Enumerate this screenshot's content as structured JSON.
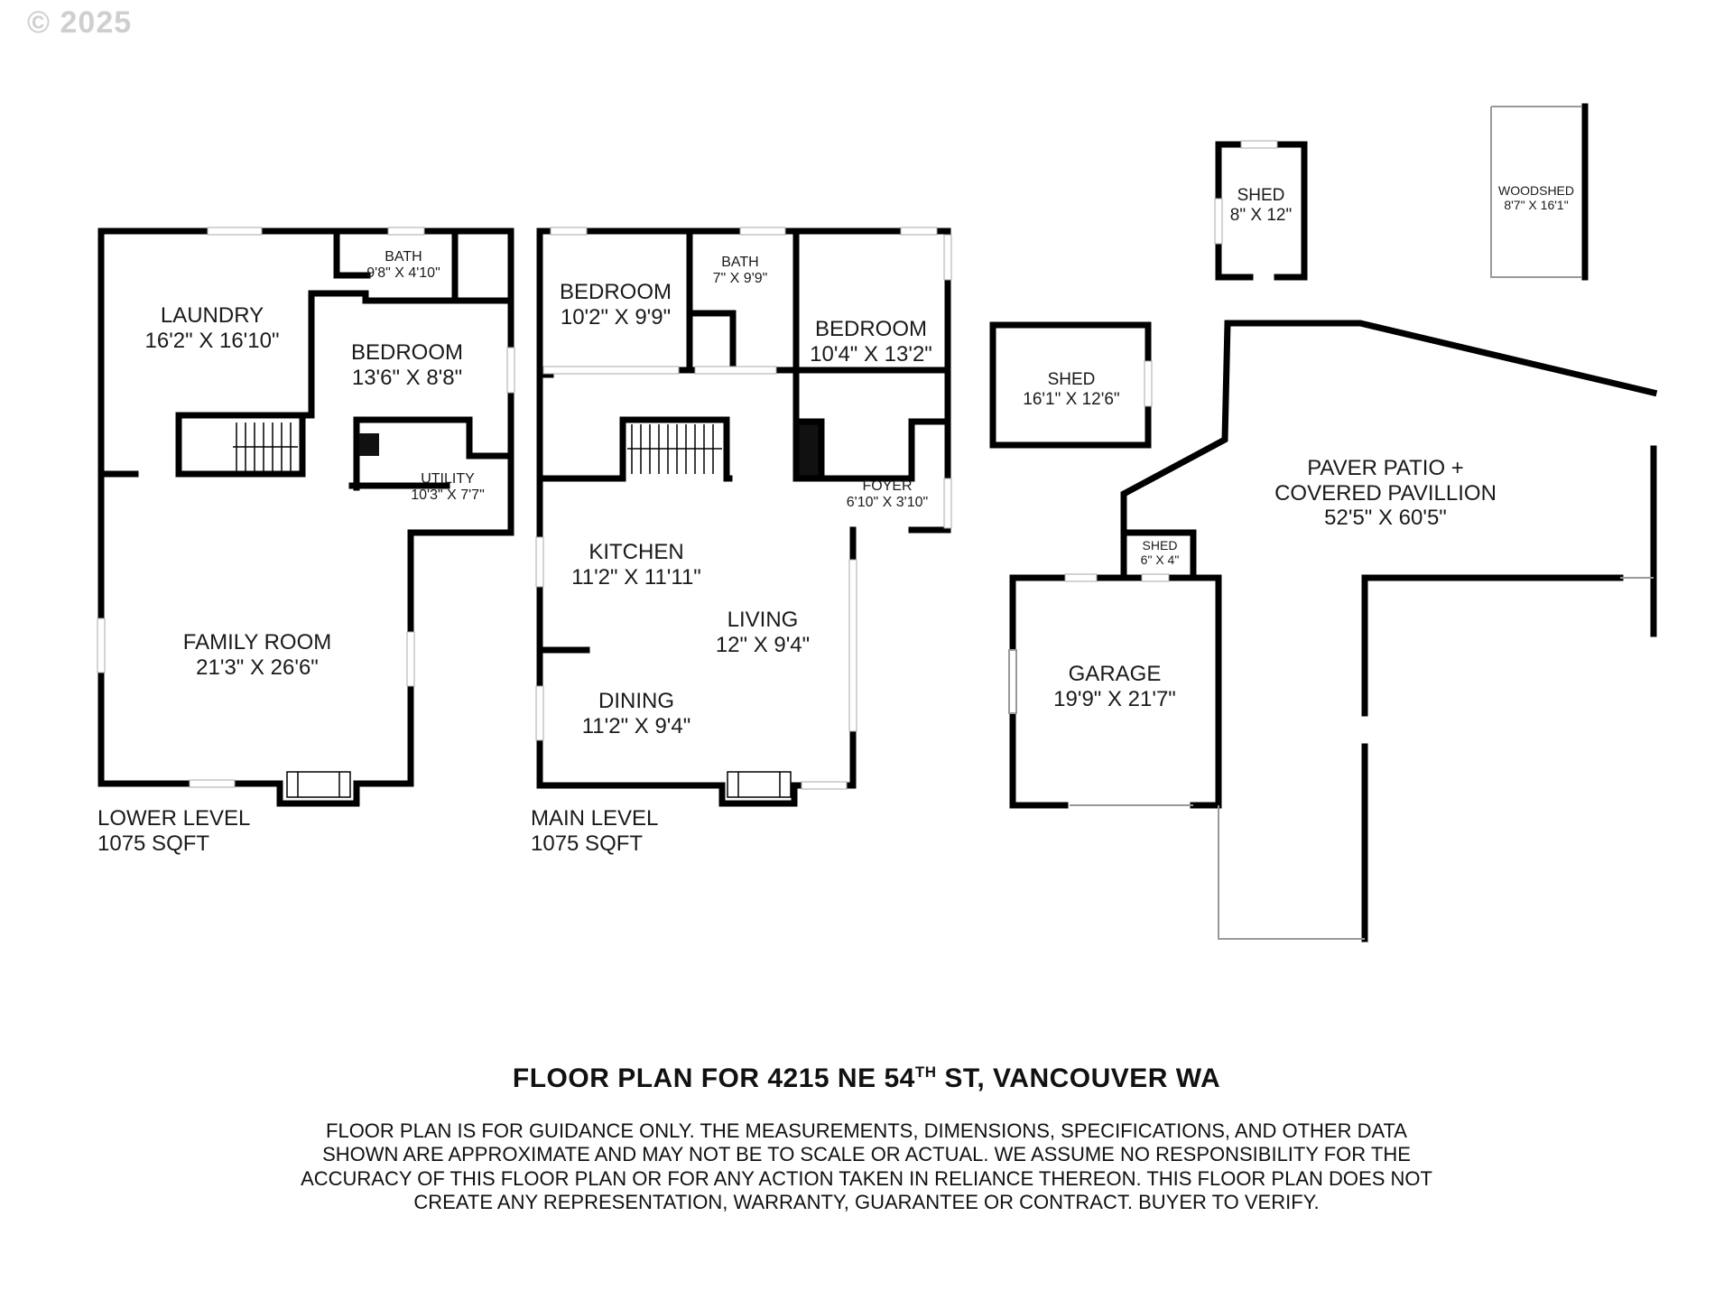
{
  "copyright": "© 2025",
  "title": {
    "prefix": "FLOOR PLAN FOR 4215 NE 54",
    "sup": "TH",
    "suffix": " ST, VANCOUVER WA"
  },
  "disclaimer": "FLOOR PLAN IS FOR GUIDANCE ONLY. THE MEASUREMENTS, DIMENSIONS, SPECIFICATIONS, AND OTHER DATA SHOWN ARE APPROXIMATE AND MAY NOT BE TO SCALE OR ACTUAL. WE ASSUME NO RESPONSIBILITY FOR THE ACCURACY OF THIS FLOOR PLAN OR FOR ANY ACTION TAKEN IN RELIANCE THEREON. THIS FLOOR PLAN DOES NOT CREATE ANY REPRESENTATION, WARRANTY, GUARANTEE OR CONTRACT. BUYER TO VERIFY.",
  "levels": {
    "lower": {
      "name": "LOWER LEVEL",
      "area": "1075 SQFT"
    },
    "main": {
      "name": "MAIN LEVEL",
      "area": "1075 SQFT"
    }
  },
  "rooms": {
    "laundry": {
      "name": "LAUNDRY",
      "dims": "16'2\" X 16'10\""
    },
    "bath_lower": {
      "name": "BATH",
      "dims": "9'8\" X 4'10\""
    },
    "bedroom_lower": {
      "name": "BEDROOM",
      "dims": "13'6\" X 8'8\""
    },
    "utility": {
      "name": "UTILITY",
      "dims": "10'3\" X 7'7\""
    },
    "family_room": {
      "name": "FAMILY ROOM",
      "dims": "21'3\" X 26'6\""
    },
    "bedroom_main_1": {
      "name": "BEDROOM",
      "dims": "10'2\" X 9'9\""
    },
    "bath_main": {
      "name": "BATH",
      "dims": "7\" X 9'9\""
    },
    "bedroom_main_2": {
      "name": "BEDROOM",
      "dims": "10'4\" X 13'2\""
    },
    "foyer": {
      "name": "FOYER",
      "dims": "6'10\" X 3'10\""
    },
    "kitchen": {
      "name": "KITCHEN",
      "dims": "11'2\" X 11'11\""
    },
    "living": {
      "name": "LIVING",
      "dims": "12\" X 9'4\""
    },
    "dining": {
      "name": "DINING",
      "dims": "11'2\" X 9'4\""
    },
    "shed_small": {
      "name": "SHED",
      "dims": "8\" X 12\""
    },
    "woodshed": {
      "name": "WOODSHED",
      "dims": "8'7\" X 16'1\""
    },
    "shed_large": {
      "name": "SHED",
      "dims": "16'1\" X 12'6\""
    },
    "patio": {
      "name1": "PAVER PATIO +",
      "name2": "COVERED PAVILLION",
      "dims": "52'5\" X 60'5\""
    },
    "shed_tiny": {
      "name": "SHED",
      "dims": "6\" X 4\""
    },
    "garage": {
      "name": "GARAGE",
      "dims": "19'9\" X 21'7\""
    }
  }
}
